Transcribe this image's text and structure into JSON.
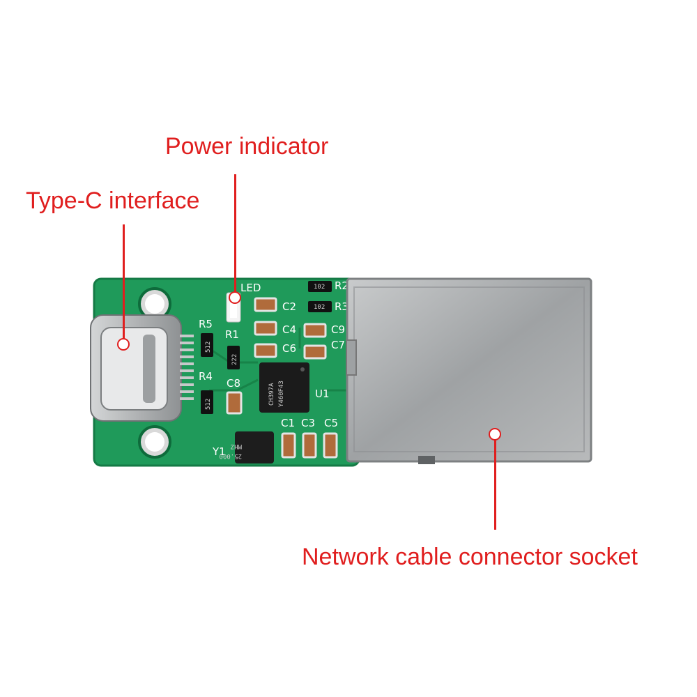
{
  "labels": {
    "power_indicator": "Power indicator",
    "type_c_interface": "Type-C interface",
    "network_socket": "Network cable connector socket"
  },
  "silkscreen": {
    "led": "LED",
    "r5": "R5",
    "r4": "R4",
    "r1": "R1",
    "c8": "C8",
    "c2": "C2",
    "c4": "C4",
    "c6": "C6",
    "c9": "C9",
    "c7": "C7",
    "r2": "R2",
    "r3": "R3",
    "c1": "C1",
    "c3": "C3",
    "c5": "C5",
    "u1": "U1",
    "y1": "Y1"
  },
  "component_markings": {
    "chip_line1": "CH397A",
    "chip_line2": "Y460F43",
    "crystal_line1": "25.000",
    "crystal_line2": "MHZ",
    "res_512_a": "512",
    "res_512_b": "512",
    "res_222": "222",
    "res_102_a": "102",
    "res_102_b": "102"
  },
  "colors": {
    "callout_red": "#e01e1e",
    "pcb_green": "#1f9a5a",
    "metal": "#a9acad"
  }
}
